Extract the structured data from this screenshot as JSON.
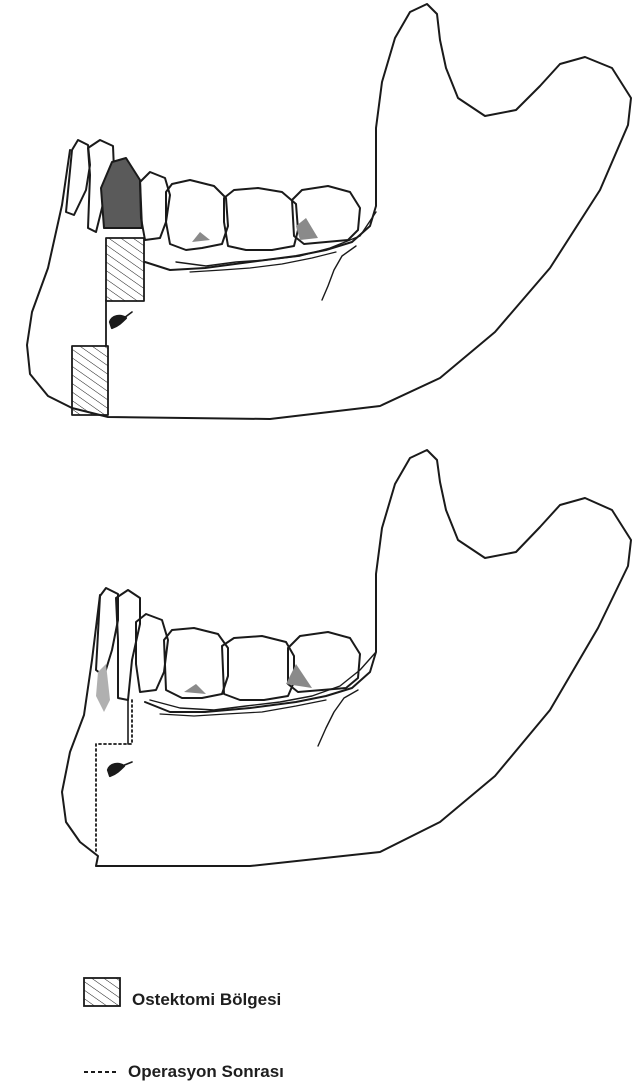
{
  "figure": {
    "diagrams": [
      {
        "state": "preoperative"
      },
      {
        "state": "postoperative"
      }
    ],
    "legend": {
      "items": [
        {
          "symbol": "hatched-box",
          "label": "Ostektomi Bölgesi"
        },
        {
          "symbol": "dotted-line",
          "label": "Operasyon Sonrası"
        }
      ]
    }
  },
  "colors": {
    "line": "#1a1a1a",
    "shaded_tooth": "#5a5a5a",
    "root_shadow": "#8a8a8a",
    "background": "#ffffff"
  }
}
